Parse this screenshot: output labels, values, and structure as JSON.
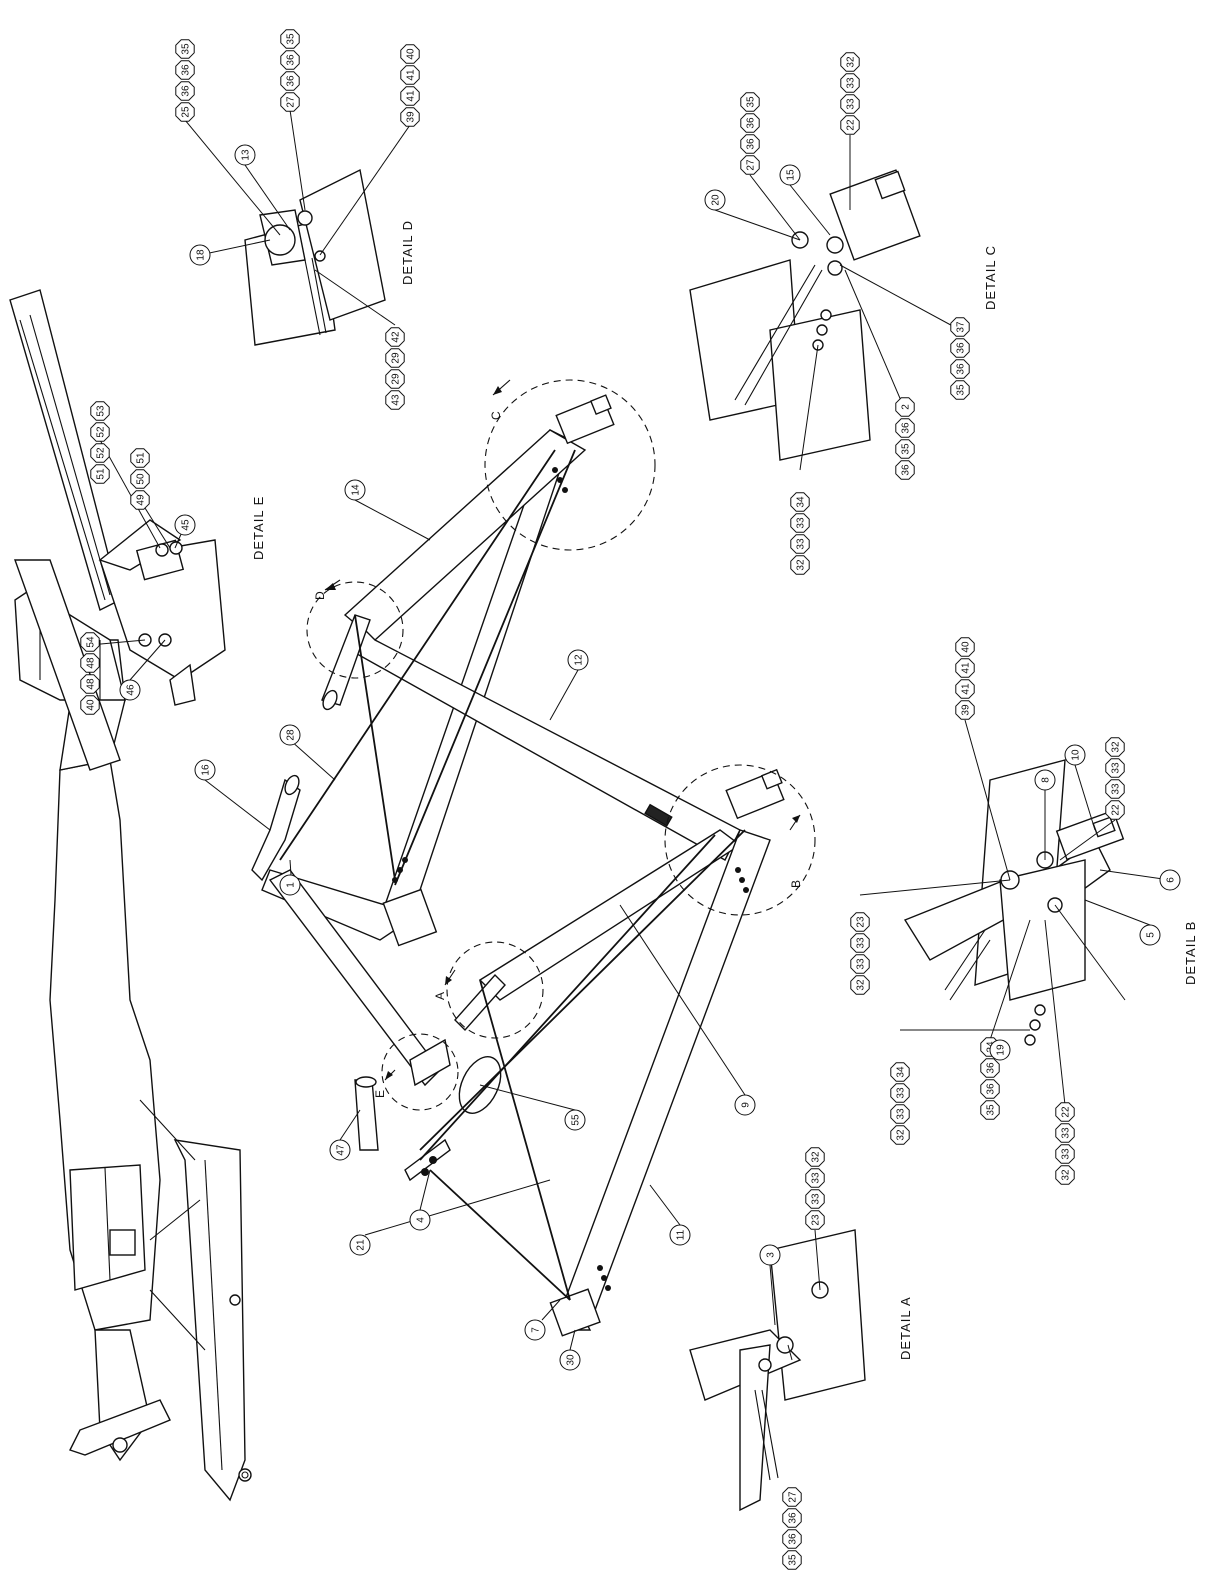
{
  "details": {
    "a": "DETAIL  A",
    "b": "DETAIL  B",
    "c": "DETAIL  C",
    "d": "DETAIL  D",
    "e": "DETAIL  E"
  },
  "view_letters": {
    "a": "A",
    "b": "B",
    "c": "C",
    "d": "D",
    "e": "E"
  },
  "main_callouts": [
    "1",
    "4",
    "7",
    "9",
    "11",
    "12",
    "14",
    "16",
    "21",
    "28",
    "30",
    "47",
    "55"
  ],
  "callout_groups": {
    "detail_a": {
      "group1": [
        "35",
        "36",
        "36",
        "27"
      ],
      "group2": [
        "23",
        "33",
        "33",
        "32"
      ],
      "single": [
        "3"
      ]
    },
    "detail_b": {
      "group1": [
        "32",
        "33",
        "33",
        "23"
      ],
      "group2": [
        "39",
        "41",
        "41",
        "40"
      ],
      "group3": [
        "22",
        "33",
        "33",
        "32"
      ],
      "group4": [
        "32",
        "33",
        "33",
        "34"
      ],
      "group5": [
        "32",
        "33",
        "33",
        "22"
      ],
      "group6": [
        "35",
        "36",
        "36",
        "24"
      ],
      "singles": [
        "8",
        "10",
        "6",
        "5",
        "19"
      ]
    },
    "detail_c": {
      "group1": [
        "27",
        "36",
        "36",
        "35"
      ],
      "group2": [
        "22",
        "33",
        "33",
        "32"
      ],
      "group3": [
        "32",
        "33",
        "33",
        "34"
      ],
      "group4": [
        "36",
        "35",
        "36",
        "2"
      ],
      "group5": [
        "35",
        "36",
        "36",
        "37"
      ],
      "singles": [
        "20",
        "15"
      ]
    },
    "detail_d": {
      "group1": [
        "25",
        "36",
        "36",
        "35"
      ],
      "group2": [
        "27",
        "36",
        "36",
        "35"
      ],
      "group3": [
        "39",
        "41",
        "41",
        "40"
      ],
      "group4": [
        "43",
        "29",
        "29",
        "42"
      ],
      "singles": [
        "13",
        "18"
      ]
    },
    "detail_e": {
      "group1": [
        "51",
        "52",
        "52",
        "53"
      ],
      "group2": [
        "49",
        "50",
        "51"
      ],
      "group3": [
        "40",
        "48",
        "48",
        "54"
      ],
      "singles": [
        "45",
        "46"
      ]
    }
  }
}
